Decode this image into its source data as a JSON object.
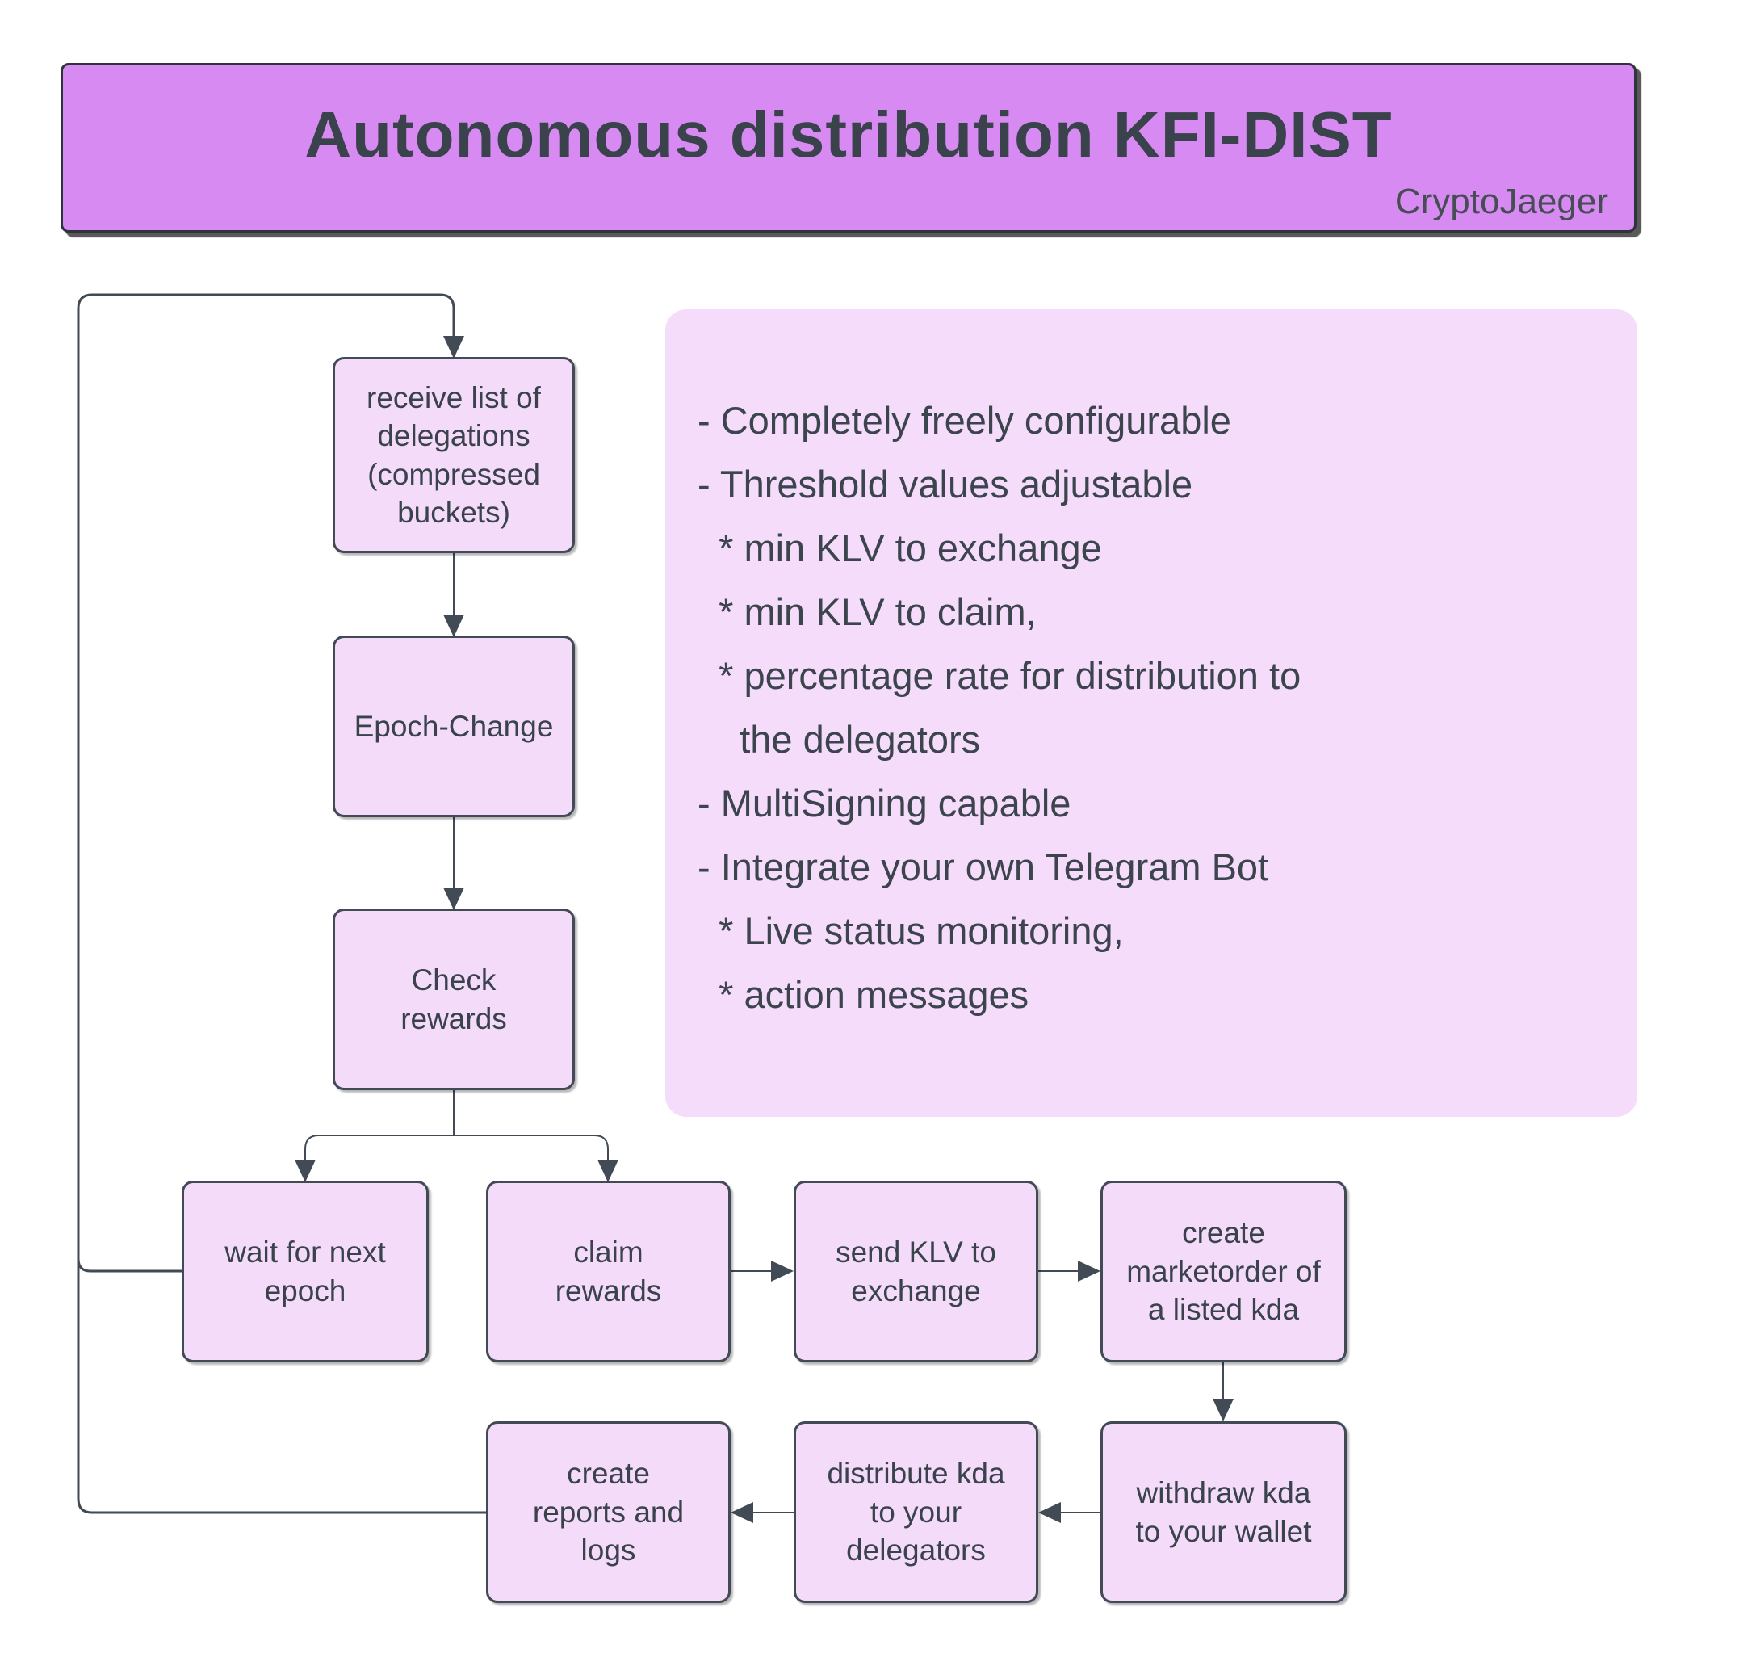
{
  "banner": {
    "title": "Autonomous distribution KFI-DIST",
    "credit": "CryptoJaeger",
    "background_color": "#d78bf2"
  },
  "panel": {
    "background_color": "#f5dcfa",
    "lines": [
      "- Completely freely configurable",
      "- Threshold values adjustable",
      "  * min KLV to exchange",
      "  * min KLV to claim,",
      "  * percentage rate for distribution to",
      "    the delegators",
      "- MultiSigning capable",
      "- Integrate your own Telegram Bot",
      "  * Live status monitoring,",
      "  * action messages"
    ]
  },
  "nodes": {
    "receive": {
      "label": "receive list of\ndelegations\n(compressed\nbuckets)"
    },
    "epoch": {
      "label": "Epoch-Change"
    },
    "check": {
      "label": "Check\nrewards"
    },
    "wait": {
      "label": "wait for next\nepoch"
    },
    "claim": {
      "label": "claim\nrewards"
    },
    "send": {
      "label": "send KLV to\nexchange"
    },
    "marketorder": {
      "label": "create\nmarketorder of\na listed kda"
    },
    "withdraw": {
      "label": "withdraw kda\nto your wallet"
    },
    "distribute": {
      "label": "distribute kda\nto your\ndelegators"
    },
    "reports": {
      "label": "create\nreports and\nlogs"
    }
  },
  "colors": {
    "node_fill": "#f3dbf9",
    "connector_stroke": "#414a55",
    "text": "#3a424c",
    "banner_border": "#2e343c"
  }
}
